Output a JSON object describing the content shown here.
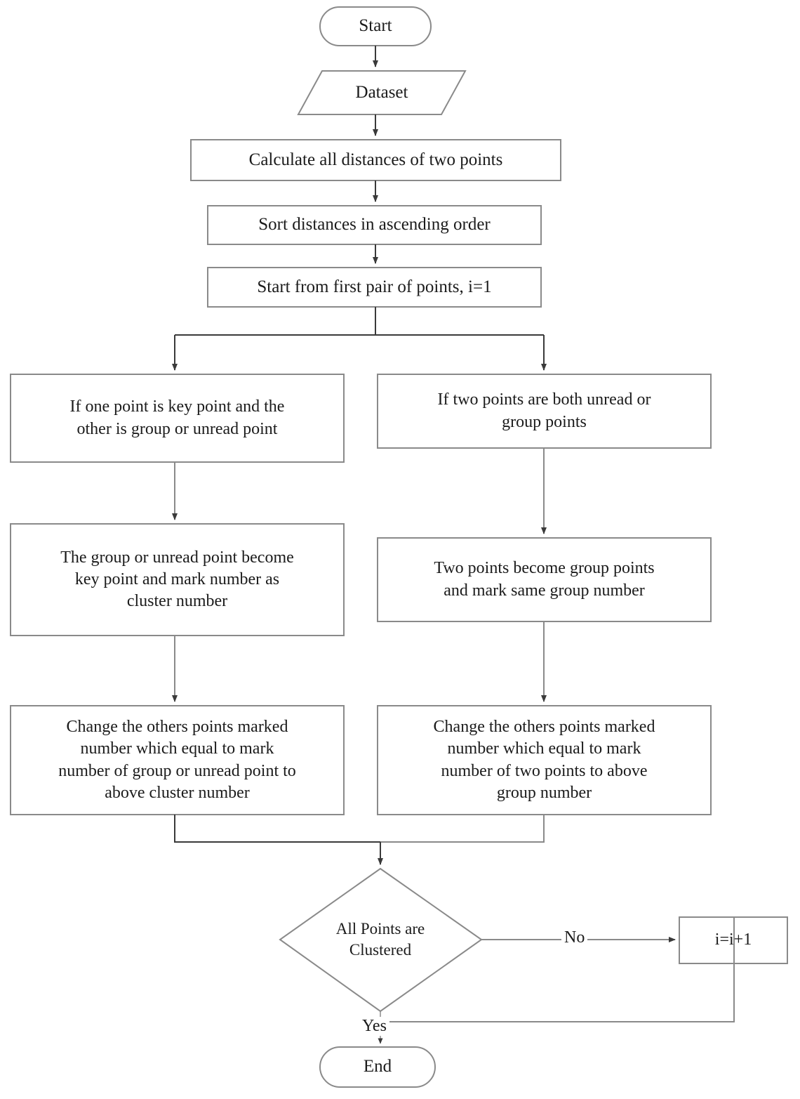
{
  "diagram": {
    "title": "Clustering algorithm flowchart",
    "stroke_color": "#8a8a8a",
    "arrow_color": "#3a3a3a",
    "text_color": "#1b1b1b",
    "background": "#ffffff"
  },
  "nodes": {
    "start": {
      "label": "Start",
      "shape": "terminal"
    },
    "dataset": {
      "label": "Dataset",
      "shape": "io-parallelogram"
    },
    "calculate_distances": {
      "label": "Calculate all distances of two points",
      "shape": "process"
    },
    "sort_distances": {
      "label": "Sort distances in ascending order",
      "shape": "process"
    },
    "start_first_pair": {
      "label": "Start from first pair of points, i=1",
      "shape": "process"
    },
    "left_condition": {
      "label": "If one point is key point and the\nother is group or unread point",
      "shape": "process"
    },
    "left_action": {
      "label": "The group or unread point become\nkey  point and mark number as\ncluster number",
      "shape": "process"
    },
    "left_update": {
      "label": "Change the others points marked\nnumber which equal to mark\nnumber of  group or unread point to\nabove cluster number",
      "shape": "process"
    },
    "right_condition": {
      "label": "If two points are both unread or\ngroup points",
      "shape": "process"
    },
    "right_action": {
      "label": "Two points become group points\nand mark same group number",
      "shape": "process"
    },
    "right_update": {
      "label": "Change the others points marked\nnumber which equal to mark\nnumber of two points to above\ngroup number",
      "shape": "process"
    },
    "all_clustered": {
      "label": "All Points are\nClustered",
      "shape": "decision"
    },
    "increment": {
      "label": "i=i+1",
      "shape": "process"
    },
    "end": {
      "label": "End",
      "shape": "terminal"
    }
  },
  "edge_labels": {
    "no": "No",
    "yes": "Yes"
  }
}
